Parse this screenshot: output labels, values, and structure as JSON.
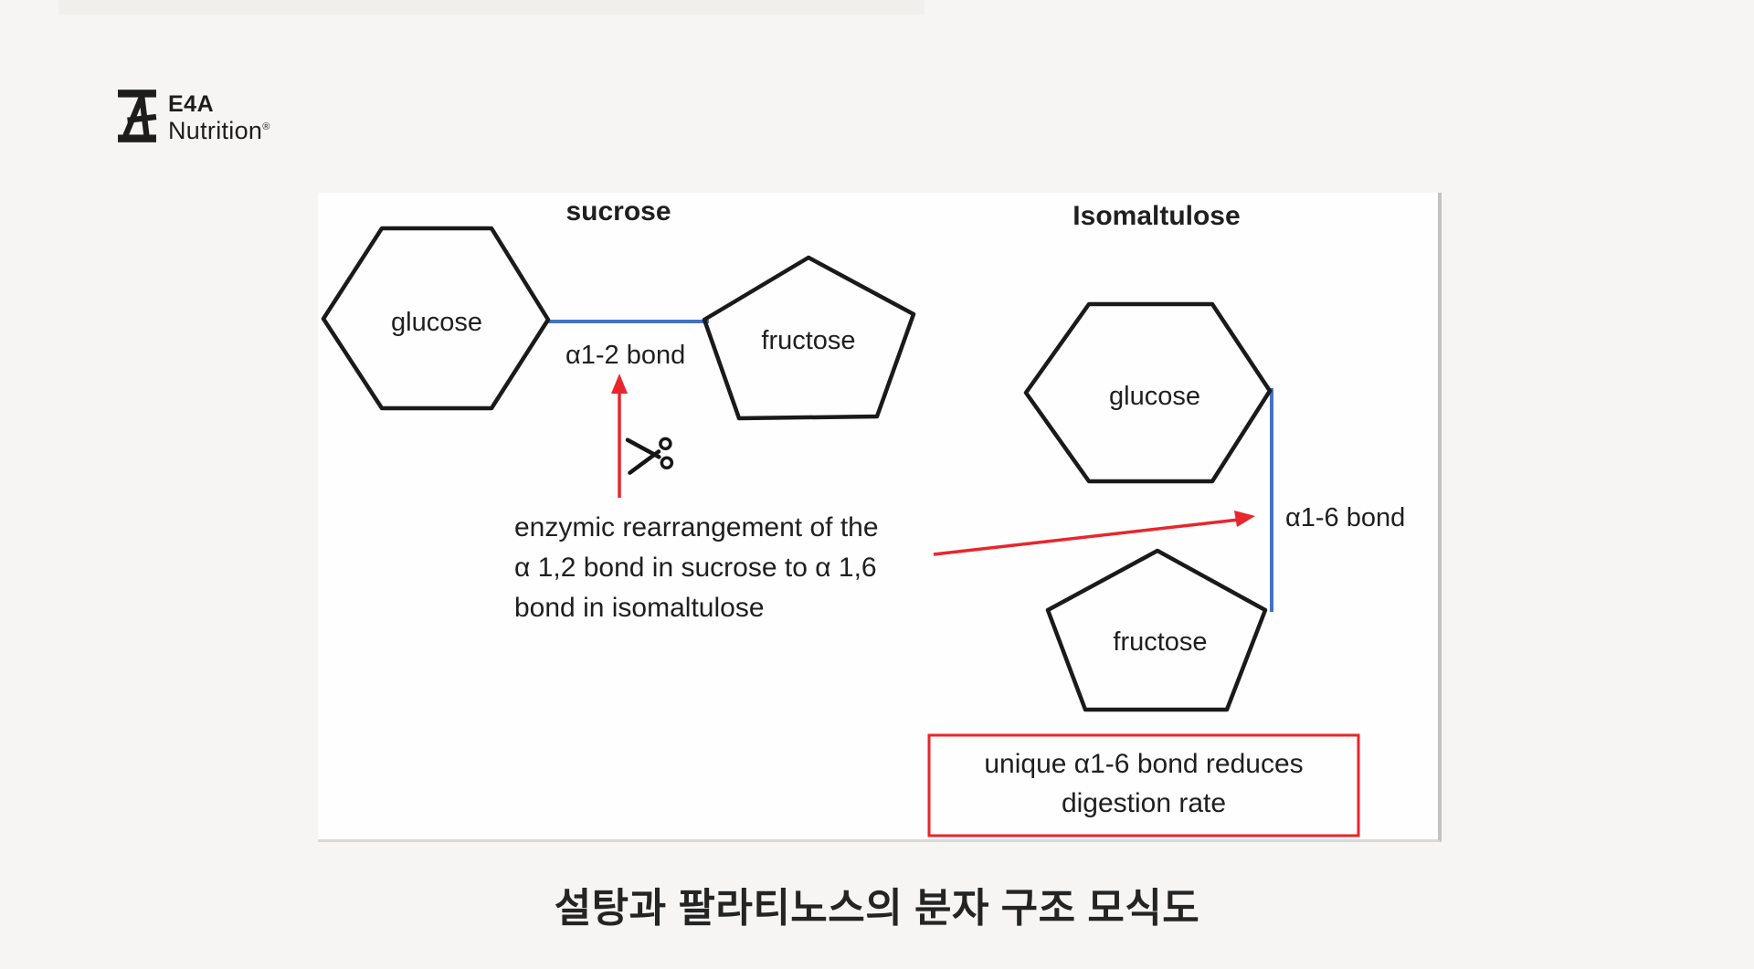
{
  "logo": {
    "brand_top": "E4A",
    "brand_bottom": "Nutrition",
    "registered_mark": "®"
  },
  "diagram": {
    "sucrose": {
      "title": "sucrose",
      "glucose_label": "glucose",
      "fructose_label": "fructose",
      "bond_label": "α1-2 bond"
    },
    "isomaltulose": {
      "title": "Isomaltulose",
      "glucose_label": "glucose",
      "fructose_label": "fructose",
      "bond_label": "α1-6 bond"
    },
    "annotation_lines": [
      "enzymic rearrangement of the",
      "α 1,2 bond in sucrose to α 1,6",
      "bond in isomaltulose"
    ],
    "callout_lines": [
      "unique α1-6 bond reduces",
      "digestion rate"
    ],
    "colors": {
      "bond_blue": "#4472c4",
      "arrow_red": "#e8262b",
      "shape_stroke": "#1a1a1a"
    }
  },
  "caption": "설탕과 팔라티노스의 분자 구조 모식도"
}
